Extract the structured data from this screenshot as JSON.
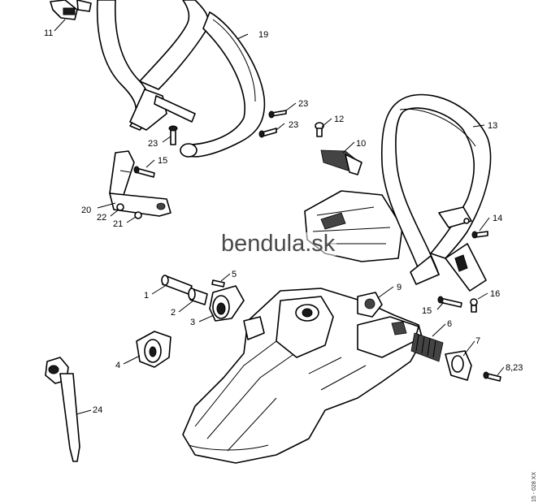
{
  "diagram": {
    "watermark": "bendula.sk",
    "reference_code": "15 - 028 XX",
    "callouts": {
      "c1": "1",
      "c2": "2",
      "c3": "3",
      "c4": "4",
      "c5": "5",
      "c6": "6",
      "c7": "7",
      "c8_23": "8,23",
      "c9": "9",
      "c10": "10",
      "c11": "11",
      "c12": "12",
      "c13": "13",
      "c14": "14",
      "c15a": "15",
      "c15b": "15",
      "c16": "16",
      "c19": "19",
      "c20": "20",
      "c21": "21",
      "c22": "22",
      "c23a": "23",
      "c23b": "23",
      "c23c": "23",
      "c24": "24"
    }
  }
}
